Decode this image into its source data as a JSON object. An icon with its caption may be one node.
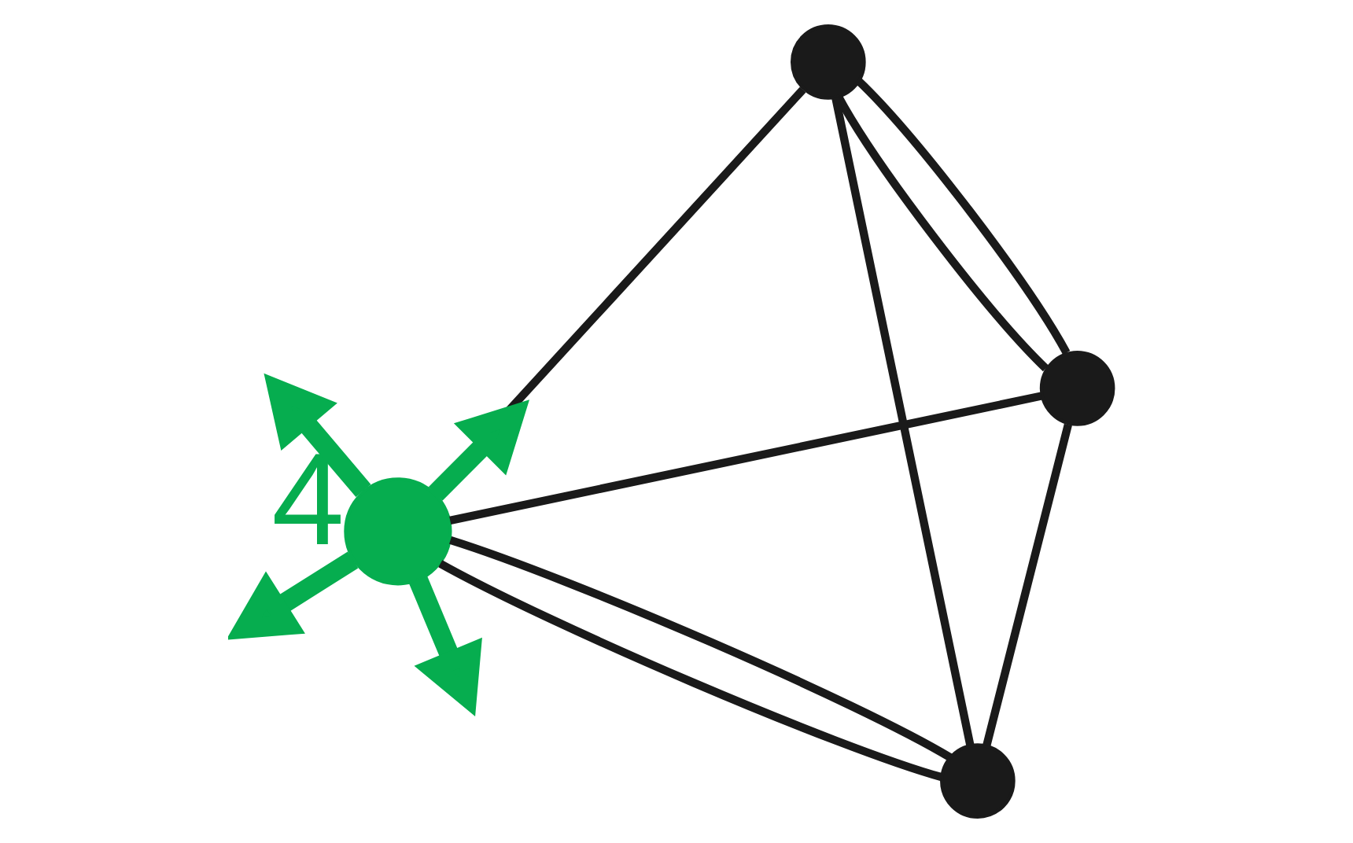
{
  "diagram": {
    "nodes": [
      {
        "text": [],
        "shape": "circle",
        "beside": [
          "4"
        ]
      },
      {
        "text": [],
        "shape": "circle"
      },
      {
        "text": [],
        "shape": "circle"
      },
      {
        "text": [],
        "shape": "circle"
      }
    ],
    "edges": [
      {
        "from": 0,
        "to": 1,
        "arrow": "none"
      },
      {
        "from": 0,
        "to": 2,
        "arrow": "none"
      },
      {
        "from": 0,
        "to": 2,
        "arrow": "none"
      },
      {
        "from": 0,
        "to": 3,
        "arrow": "none"
      },
      {
        "from": 1,
        "to": 2,
        "arrow": "none"
      },
      {
        "from": 1,
        "to": 3,
        "arrow": "none"
      },
      {
        "from": 1,
        "to": 3,
        "arrow": "none"
      },
      {
        "from": 2,
        "to": 3,
        "arrow": "none"
      },
      {
        "from": 0,
        "to": null,
        "arrow": "to",
        "style": "thick",
        "color": "#06ad4f"
      },
      {
        "from": 0,
        "to": null,
        "arrow": "to",
        "style": "thick",
        "color": "#06ad4f"
      },
      {
        "from": 0,
        "to": null,
        "arrow": "to",
        "style": "thick",
        "color": "#06ad4f"
      },
      {
        "from": 0,
        "to": null,
        "arrow": "to",
        "style": "thick",
        "color": "#06ad4f"
      }
    ]
  }
}
